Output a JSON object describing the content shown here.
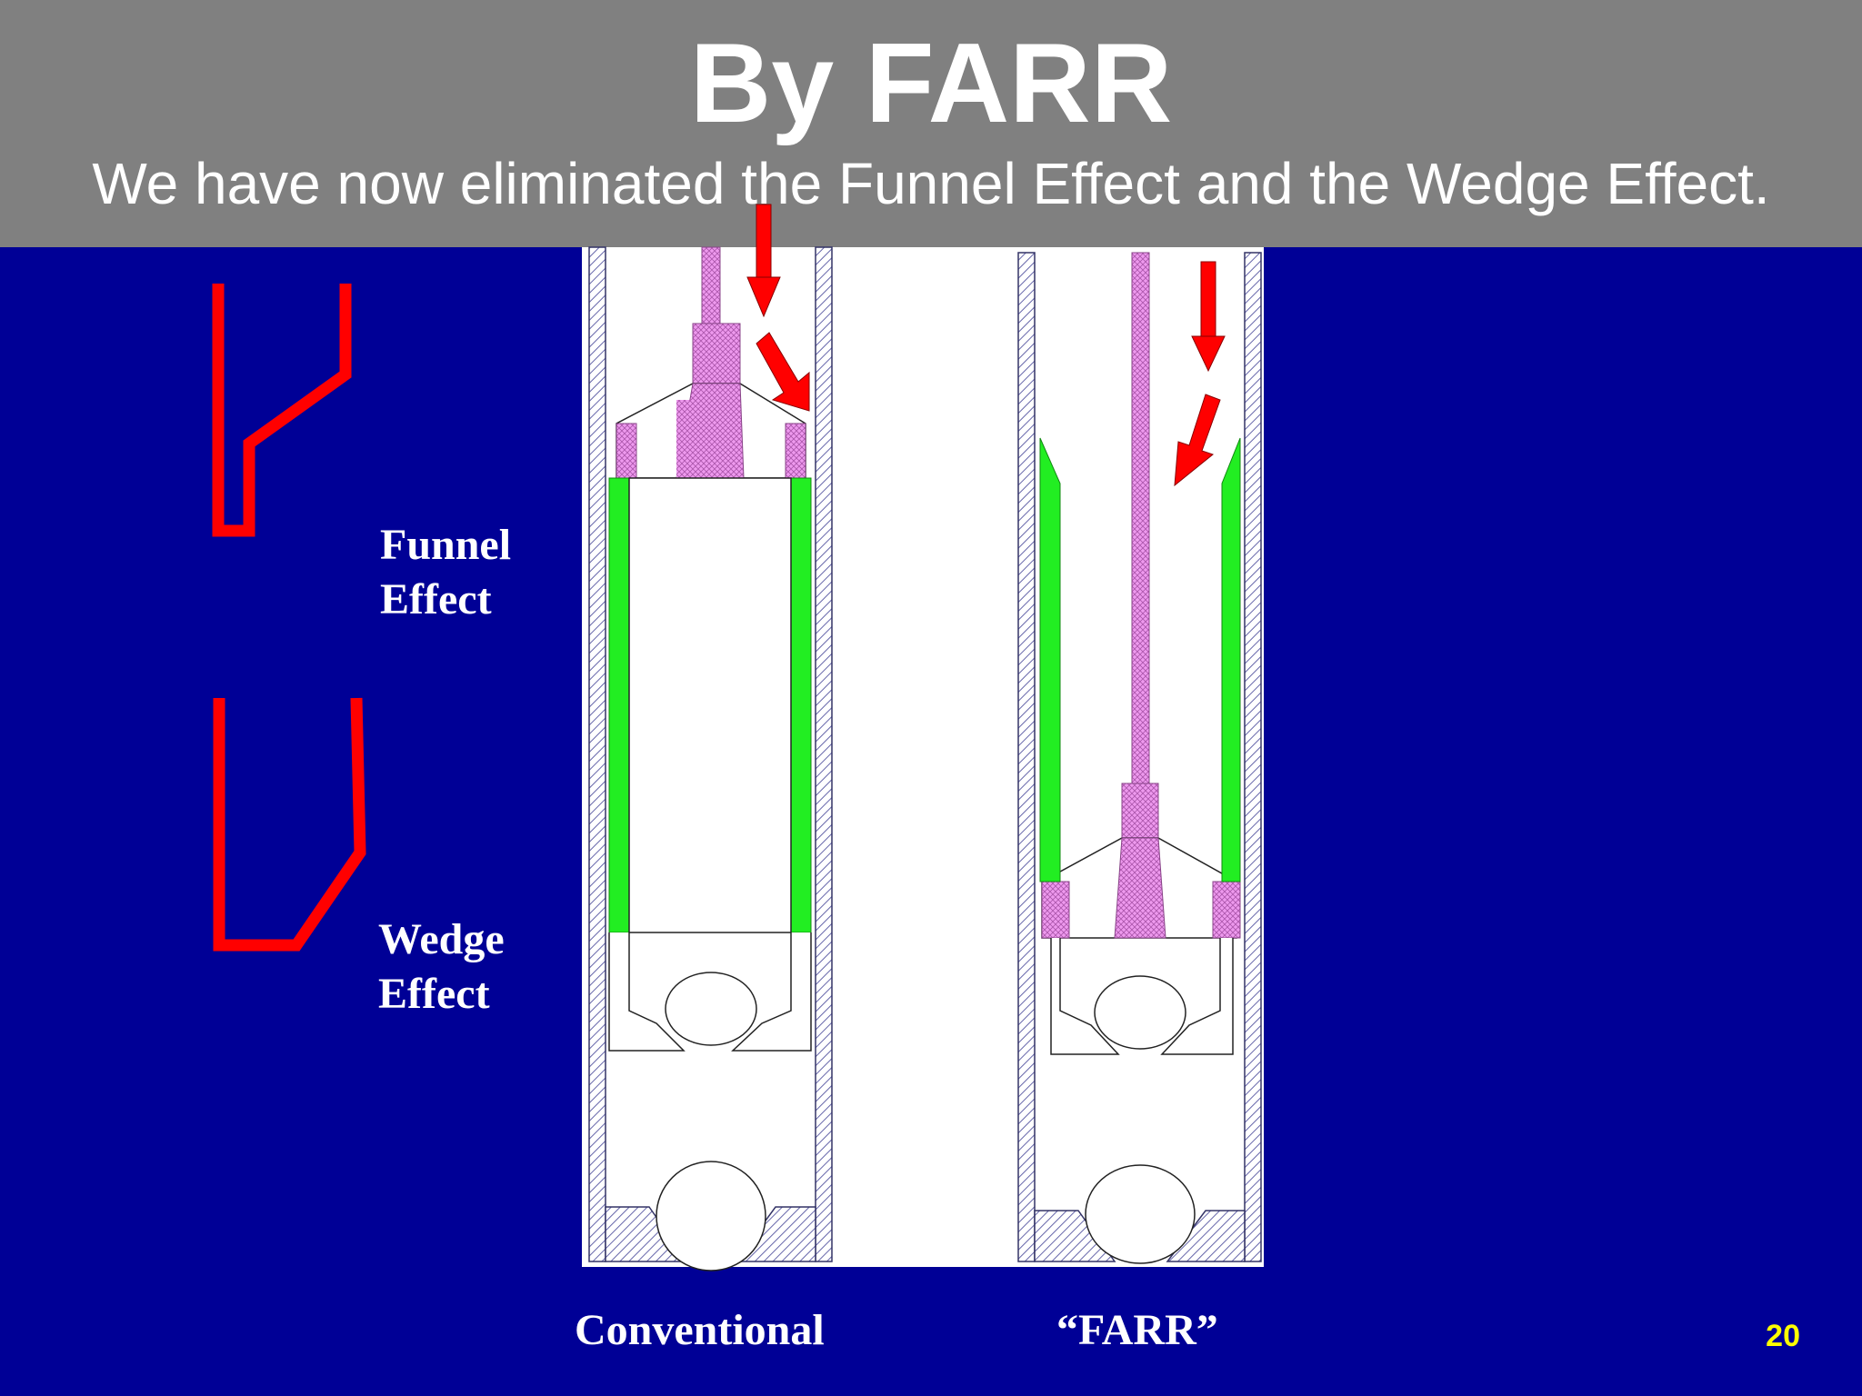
{
  "slide": {
    "title": "By FARR",
    "subtitle": "We have now eliminated the Funnel Effect and the Wedge Effect.",
    "page_number": "20"
  },
  "labels": {
    "funnel_line1": "Funnel",
    "funnel_line2": "Effect",
    "wedge_line1": "Wedge",
    "wedge_line2": "Effect",
    "conventional": "Conventional",
    "farr": "“FARR”"
  },
  "colors": {
    "background": "#000096",
    "header_band": "#808080",
    "arrow_red": "#ff0000",
    "rubber_green": "#22ee22",
    "plunger_pink": "#ee88ee",
    "wall_hatch": "#7777bb",
    "page_number": "#ffff00"
  },
  "icons": {
    "arrow": "down-arrow-icon",
    "funnel": "funnel-shape-icon",
    "wedge": "wedge-shape-icon"
  }
}
